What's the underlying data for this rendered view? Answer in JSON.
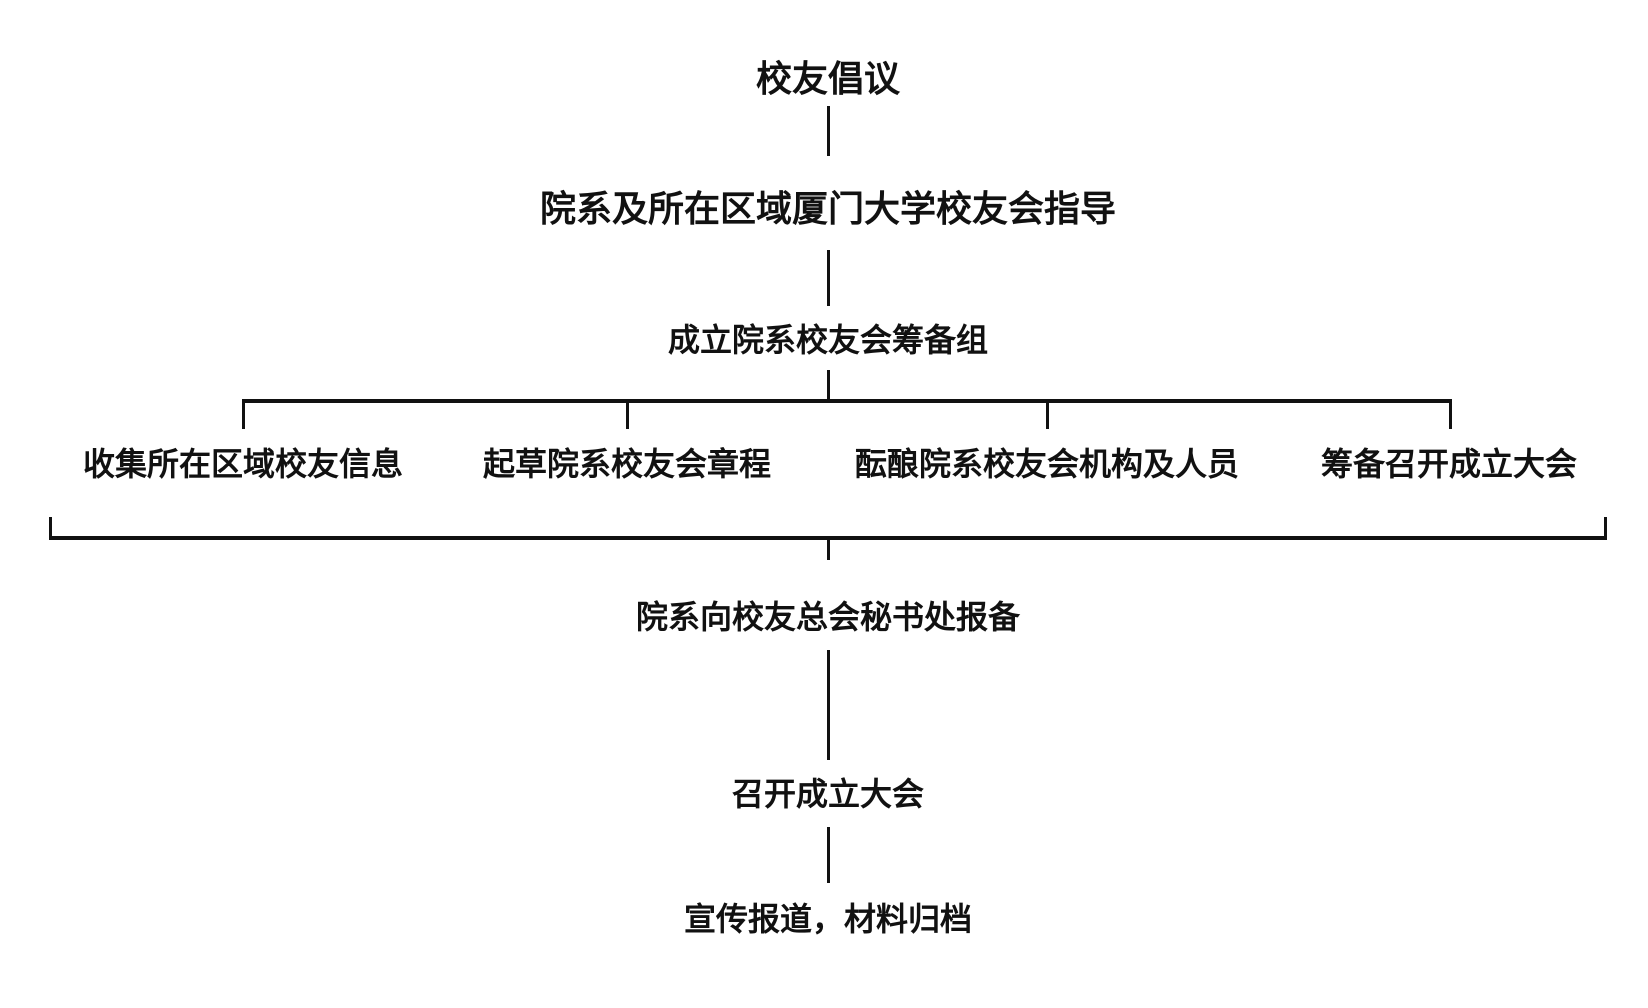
{
  "nodes": {
    "initiative": "校友倡议",
    "guidance": "院系及所在区域厦门大学校友会指导",
    "prep_group": "成立院系校友会筹备组",
    "tasks": [
      "收集所在区域校友信息",
      "起草院系校友会章程",
      "酝酿院系校友会机构及人员",
      "筹备召开成立大会"
    ],
    "report": "院系向校友总会秘书处报备",
    "meeting": "召开成立大会",
    "publicity": "宣传报道，材料归档"
  }
}
